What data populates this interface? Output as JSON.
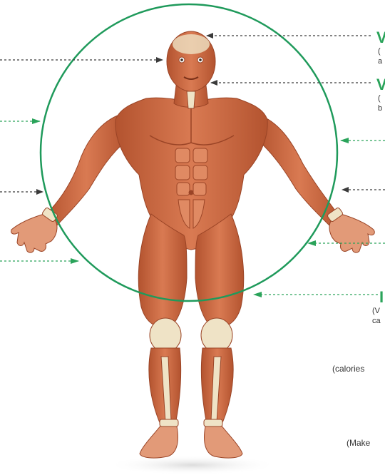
{
  "colors": {
    "circle": "#1f9a5b",
    "arrow_green": "#2aa35a",
    "arrow_dark": "#3a3a3a",
    "muscle": "#d97a52",
    "muscle_dark": "#b3532f",
    "tendon": "#efe3c6",
    "skin_shadow": "#e8c0a8"
  },
  "figure": {
    "name": "anatomical-muscle-figure",
    "view": "front"
  },
  "fragments": [
    {
      "name": "fragment-v-top",
      "text": "V"
    },
    {
      "name": "fragment-paren-1",
      "text": "("
    },
    {
      "name": "fragment-a",
      "text": "a"
    },
    {
      "name": "fragment-v-second",
      "text": "V"
    },
    {
      "name": "fragment-paren-2",
      "text": "("
    },
    {
      "name": "fragment-b",
      "text": "b"
    },
    {
      "name": "fragment-bracket",
      "text": "I"
    },
    {
      "name": "fragment-v-paren",
      "text": "(V"
    },
    {
      "name": "fragment-ca",
      "text": "ca"
    },
    {
      "name": "fragment-calories",
      "text": "(calories"
    },
    {
      "name": "fragment-make",
      "text": "(Make"
    }
  ]
}
